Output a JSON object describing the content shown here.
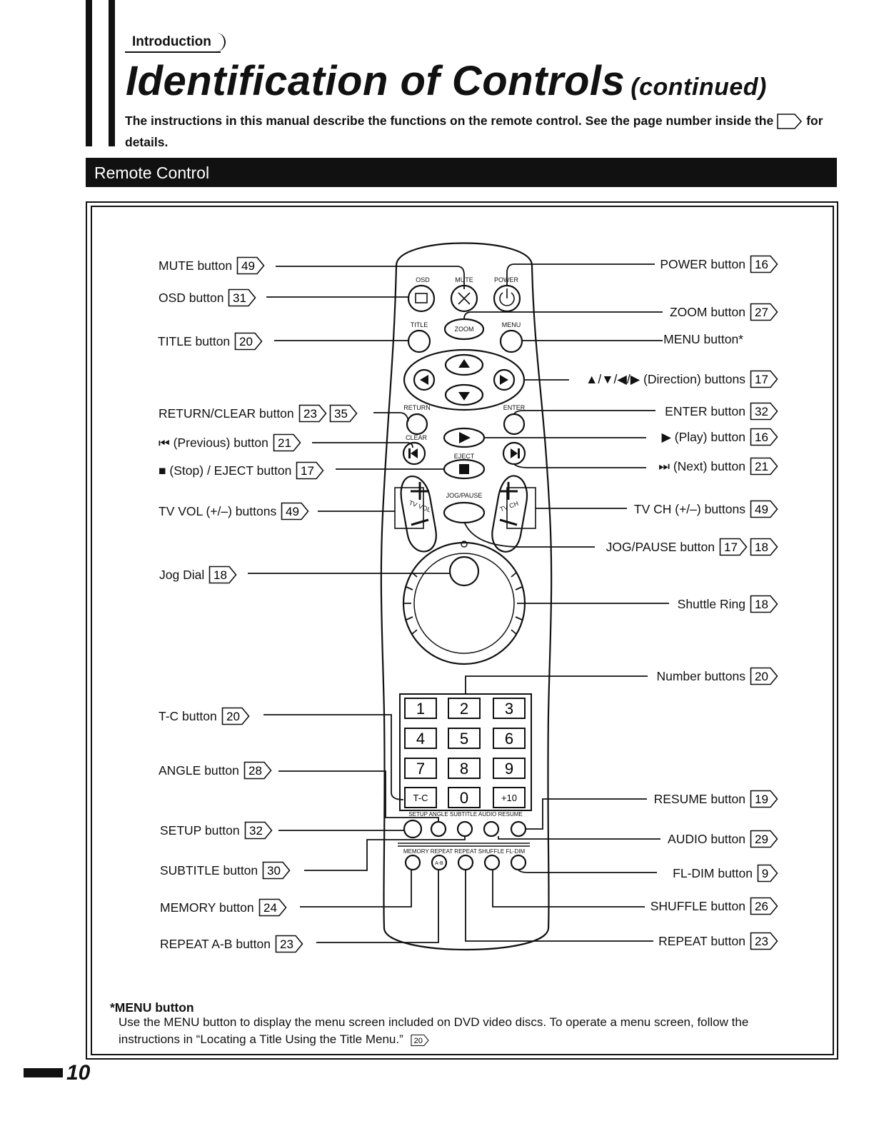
{
  "header": {
    "section_label": "Introduction",
    "title": "Identification of Controls",
    "title_suffix": "(continued)",
    "intro_before": "The instructions in this manual describe the functions on the remote control. See the page number inside the",
    "intro_after": "for details."
  },
  "section_heading": "Remote Control",
  "left_labels": [
    {
      "text": "MUTE button",
      "refs": [
        "49"
      ]
    },
    {
      "text": "OSD button",
      "refs": [
        "31"
      ]
    },
    {
      "text": "TITLE button",
      "refs": [
        "20"
      ]
    },
    {
      "text": "RETURN/CLEAR button",
      "refs": [
        "23",
        "35"
      ]
    },
    {
      "text": "⏮ (Previous) button",
      "refs": [
        "21"
      ]
    },
    {
      "text": "■ (Stop) / EJECT button",
      "refs": [
        "17"
      ]
    },
    {
      "text": "TV VOL (+/–) buttons",
      "refs": [
        "49"
      ]
    },
    {
      "text": "Jog Dial",
      "refs": [
        "18"
      ]
    },
    {
      "text": "T-C button",
      "refs": [
        "20"
      ]
    },
    {
      "text": "ANGLE button",
      "refs": [
        "28"
      ]
    },
    {
      "text": "SETUP button",
      "refs": [
        "32"
      ]
    },
    {
      "text": "SUBTITLE button",
      "refs": [
        "30"
      ]
    },
    {
      "text": "MEMORY button",
      "refs": [
        "24"
      ]
    },
    {
      "text": "REPEAT A-B button",
      "refs": [
        "23"
      ]
    }
  ],
  "right_labels": [
    {
      "text": "POWER button",
      "refs": [
        "16"
      ]
    },
    {
      "text": "ZOOM button",
      "refs": [
        "27"
      ]
    },
    {
      "text": "MENU button*",
      "refs": []
    },
    {
      "text": "▲/▼/◀/▶ (Direction) buttons",
      "refs": [
        "17"
      ]
    },
    {
      "text": "ENTER button",
      "refs": [
        "32"
      ]
    },
    {
      "text": "▶ (Play) button",
      "refs": [
        "16"
      ]
    },
    {
      "text": "⏭ (Next) button",
      "refs": [
        "21"
      ]
    },
    {
      "text": "TV CH (+/–) buttons",
      "refs": [
        "49"
      ]
    },
    {
      "text": "JOG/PAUSE button",
      "refs": [
        "17",
        "18"
      ]
    },
    {
      "text": "Shuttle Ring",
      "refs": [
        "18"
      ]
    },
    {
      "text": "Number buttons",
      "refs": [
        "20"
      ]
    },
    {
      "text": "RESUME button",
      "refs": [
        "19"
      ]
    },
    {
      "text": "AUDIO button",
      "refs": [
        "29"
      ]
    },
    {
      "text": "FL-DIM button",
      "refs": [
        "9"
      ]
    },
    {
      "text": "SHUFFLE button",
      "refs": [
        "26"
      ]
    },
    {
      "text": "REPEAT button",
      "refs": [
        "23"
      ]
    }
  ],
  "remote": {
    "osd": "OSD",
    "mute": "MUTE",
    "power": "POWER",
    "title": "TITLE",
    "zoom": "ZOOM",
    "menu": "MENU",
    "return": "RETURN",
    "enter": "ENTER",
    "clear": "CLEAR",
    "eject": "EJECT",
    "jog_pause": "JOG/PAUSE",
    "tv_vol": "TV VOL",
    "tv_ch": "TV CH",
    "keys": [
      "1",
      "2",
      "3",
      "4",
      "5",
      "6",
      "7",
      "8",
      "9",
      "T-C",
      "0",
      "+10"
    ],
    "row1": "SETUP  ANGLE SUBTITLE AUDIO  RESUME",
    "row2": "MEMORY REPEAT REPEAT SHUFFLE FL-DIM",
    "ab": "A-B"
  },
  "note": {
    "title": "*MENU button",
    "body": "Use the MENU button to display the menu screen included on DVD video discs. To operate a menu screen, follow the instructions in “Locating a Title Using the Title Menu.”",
    "ref": "20"
  },
  "page_number": "10"
}
